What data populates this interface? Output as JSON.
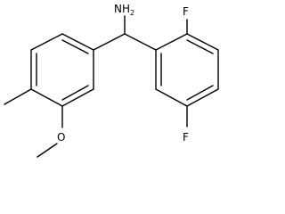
{
  "structure": {
    "labels": {
      "amine": "NH2",
      "amine_main": "NH",
      "amine_subscript": "2",
      "fluorine_top": "F",
      "fluorine_bottom": "F",
      "methoxy_oxygen": "O"
    }
  }
}
